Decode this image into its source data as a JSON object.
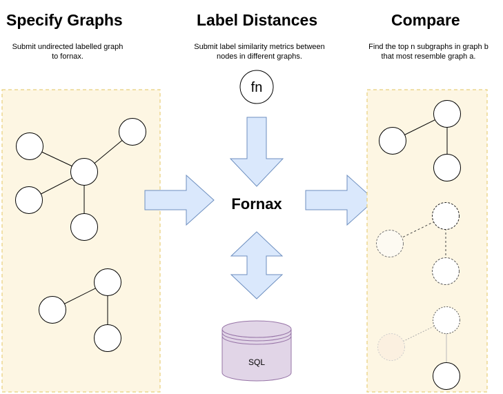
{
  "columns": [
    {
      "title": "Specify Graphs",
      "description_lines": [
        "Submit undirected labelled graph",
        "to fornax."
      ]
    },
    {
      "title": "Label Distances",
      "description_lines": [
        "Submit label similarity metrics between",
        "nodes in different graphs."
      ]
    },
    {
      "title": "Compare",
      "description_lines": [
        "Find the top n subgraphs in graph b",
        "that most resemble graph a."
      ]
    }
  ],
  "function_node_label": "fn",
  "engine_label": "Fornax",
  "database_label": "SQL",
  "colors": {
    "panel_fill": "#fdf6e3",
    "panel_border": "#e8cf7a",
    "arrow_fill": "#dae8fc",
    "arrow_stroke": "#6c8ebf",
    "database_fill": "#e1d5e7",
    "database_stroke": "#9673a6"
  }
}
